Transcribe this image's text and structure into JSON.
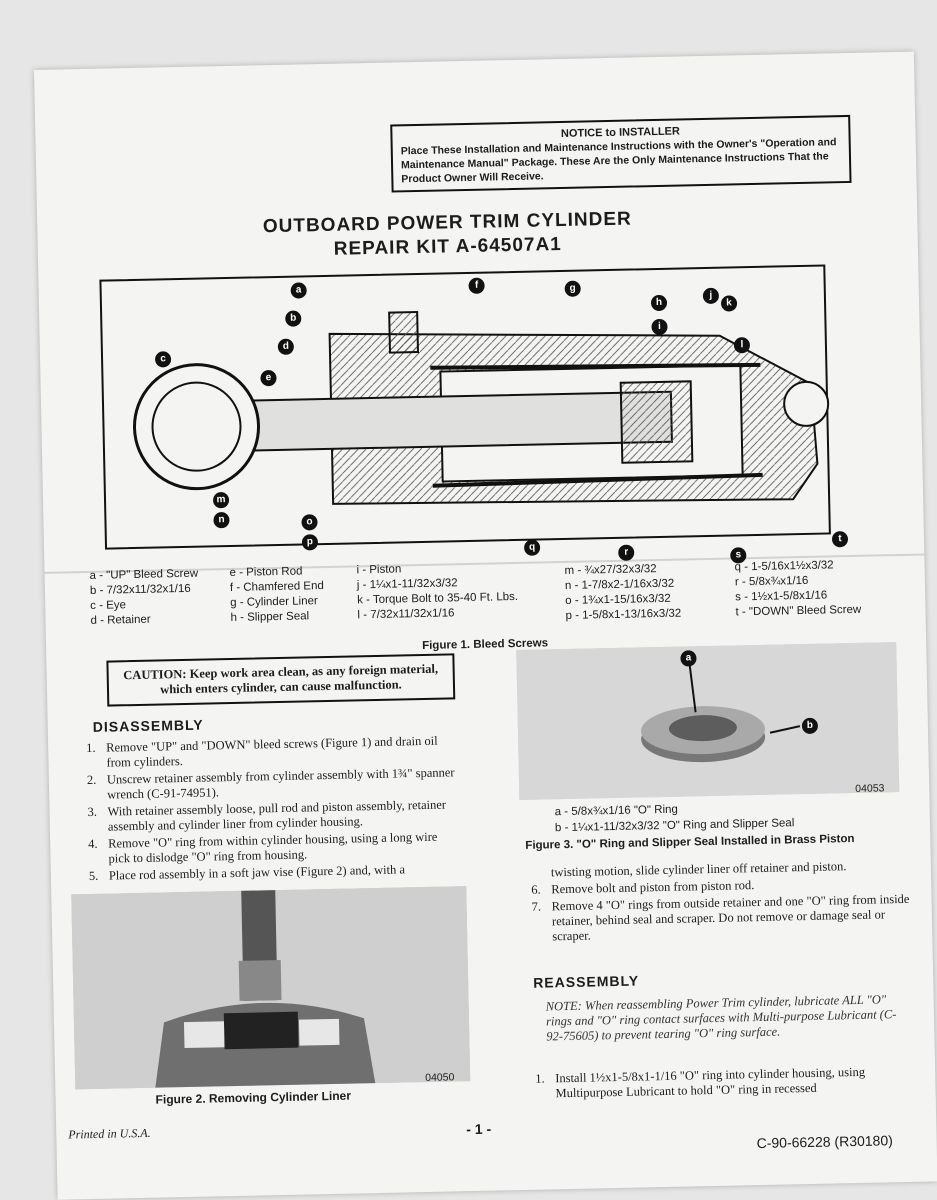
{
  "notice": {
    "title": "NOTICE to INSTALLER",
    "body": "Place These Installation and Maintenance Instructions with the Owner's \"Operation and Maintenance Manual\" Package. These Are the Only Maintenance Instructions That the Product Owner Will Receive."
  },
  "title": {
    "line1": "OUTBOARD POWER TRIM CYLINDER",
    "line2": "REPAIR KIT A-64507A1"
  },
  "callouts": [
    "a",
    "b",
    "c",
    "d",
    "e",
    "f",
    "g",
    "h",
    "i",
    "j",
    "k",
    "l",
    "m",
    "n",
    "o",
    "p",
    "q",
    "r",
    "s",
    "t"
  ],
  "legend": {
    "col1": [
      "a - \"UP\" Bleed Screw",
      "b - 7/32x11/32x1/16",
      "c - Eye",
      "d - Retainer"
    ],
    "col2": [
      "e - Piston Rod",
      "f - Chamfered End",
      "g - Cylinder Liner",
      "h - Slipper Seal"
    ],
    "col3": [
      "i - Piston",
      "j - 1¼x1-11/32x3/32",
      "k - Torque Bolt to 35-40 Ft. Lbs.",
      "l - 7/32x11/32x1/16"
    ],
    "col4": [
      "m - ¾x27/32x3/32",
      "n - 1-7/8x2-1/16x3/32",
      "o - 1¾x1-15/16x3/32",
      "p - 1-5/8x1-13/16x3/32"
    ],
    "col5": [
      "q - 1-5/16x1½x3/32",
      "r - 5/8x¾x1/16",
      "s - 1½x1-5/8x1/16",
      "t - \"DOWN\" Bleed Screw"
    ]
  },
  "figure1_caption": "Figure 1. Bleed Screws",
  "caution": "CAUTION: Keep work area clean, as any foreign material, which enters cylinder, can cause malfunction.",
  "disassembly": {
    "heading": "DISASSEMBLY",
    "steps": [
      {
        "n": "1.",
        "text": "Remove \"UP\" and \"DOWN\" bleed screws (Figure 1) and drain oil from cylinders."
      },
      {
        "n": "2.",
        "text": "Unscrew retainer assembly from cylinder assembly with 1¾\" spanner wrench (C-91-74951)."
      },
      {
        "n": "3.",
        "text": "With retainer assembly loose, pull rod and piston assembly, retainer assembly and cylinder liner from cylinder housing."
      },
      {
        "n": "4.",
        "text": "Remove \"O\" ring from within cylinder housing, using a long wire pick to dislodge \"O\" ring from housing."
      },
      {
        "n": "5.",
        "text": "Place rod assembly in a soft jaw vise (Figure 2) and, with a"
      }
    ]
  },
  "figure2": {
    "code": "04050",
    "caption": "Figure 2. Removing Cylinder Liner"
  },
  "figure3": {
    "code": "04053",
    "legend_a": "a - 5/8x¾x1/16 \"O\" Ring",
    "legend_b": "b - 1¼x1-11/32x3/32 \"O\" Ring and Slipper Seal",
    "caption": "Figure 3. \"O\" Ring and Slipper Seal Installed in Brass Piston"
  },
  "continued": {
    "text": "twisting motion, slide cylinder liner off retainer and piston.",
    "steps": [
      {
        "n": "6.",
        "text": "Remove bolt and piston from piston rod."
      },
      {
        "n": "7.",
        "text": "Remove 4 \"O\" rings from outside retainer and one \"O\" ring from inside retainer, behind seal and scraper. Do not remove or damage seal or scraper."
      }
    ]
  },
  "reassembly": {
    "heading": "REASSEMBLY",
    "note": "NOTE: When reassembling Power Trim cylinder, lubricate ALL \"O\" rings and \"O\" ring contact surfaces with Multi-purpose Lubricant (C-92-75605) to prevent tearing \"O\" ring surface.",
    "step1_n": "1.",
    "step1": "Install 1½x1-5/8x1-1/16 \"O\" ring into cylinder housing, using Multipurpose Lubricant to hold \"O\" ring in recessed"
  },
  "footer": {
    "printed": "Printed in U.S.A.",
    "page": "- 1 -",
    "doc_number": "C-90-66228 (R30180)"
  }
}
